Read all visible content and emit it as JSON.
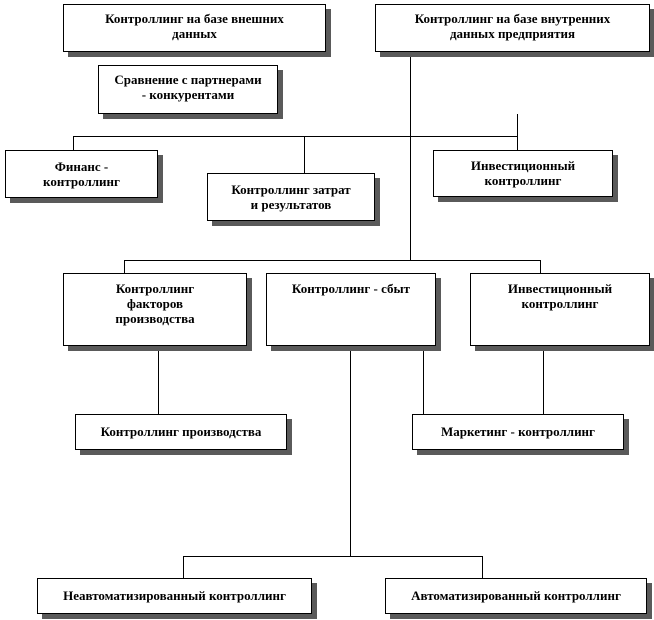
{
  "nodes": {
    "external": "Контроллинг на базе внешних\nданных",
    "internal": "Контроллинг на базе внутренних\nданных предприятия",
    "comparison": "Сравнение с партнерами\n- конкурентами",
    "finance": "Финанс -\nконтроллинг",
    "costs": "Контроллинг затрат\nи результатов",
    "investment_top": "Инвестиционный\nконтроллинг",
    "factors": "Контроллинг\nфакторов\nпроизводства",
    "sales": "Контроллинг - сбыт",
    "investment_mid": "Инвестиционный\nконтроллинг",
    "production": "Контроллинг производства",
    "marketing": "Маркетинг - контроллинг",
    "non_automated": "Неавтоматизированный контроллинг",
    "automated": "Автоматизированный контроллинг"
  },
  "colors": {
    "border": "#000000",
    "shadow": "#5a5a5a",
    "background": "#ffffff"
  }
}
